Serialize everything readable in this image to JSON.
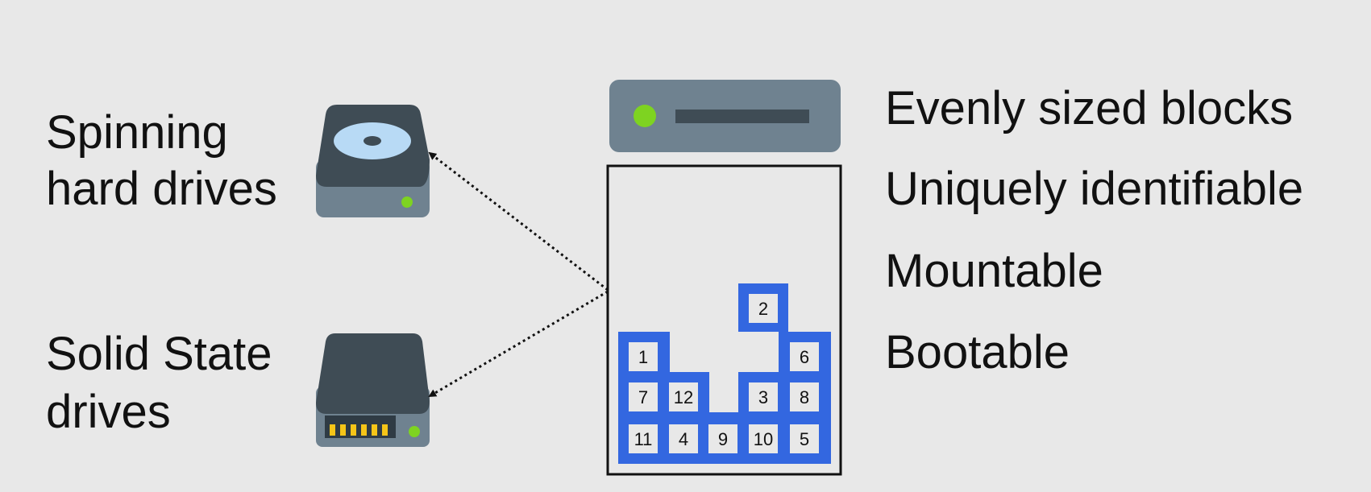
{
  "left_labels": {
    "hdd": [
      "Spinning",
      "hard drives"
    ],
    "ssd": [
      "Solid State",
      "drives"
    ]
  },
  "features": [
    "Evenly sized blocks",
    "Uniquely identifiable",
    "Mountable",
    "Bootable"
  ],
  "blocks": [
    "1",
    "2",
    "3",
    "4",
    "5",
    "6",
    "7",
    "8",
    "9",
    "10",
    "11",
    "12"
  ],
  "colors": {
    "background": "#e8e8e8",
    "drive_dark": "#3f4c55",
    "drive_body": "#6f8290",
    "platter": "#b8daf5",
    "led": "#7ed321",
    "block_blue": "#3367e0",
    "block_fill": "#e8e8e8",
    "connector_pin": "#f5c518"
  },
  "icons": {
    "hdd": "hard-drive-icon",
    "ssd": "ssd-icon",
    "device": "block-device-icon"
  }
}
